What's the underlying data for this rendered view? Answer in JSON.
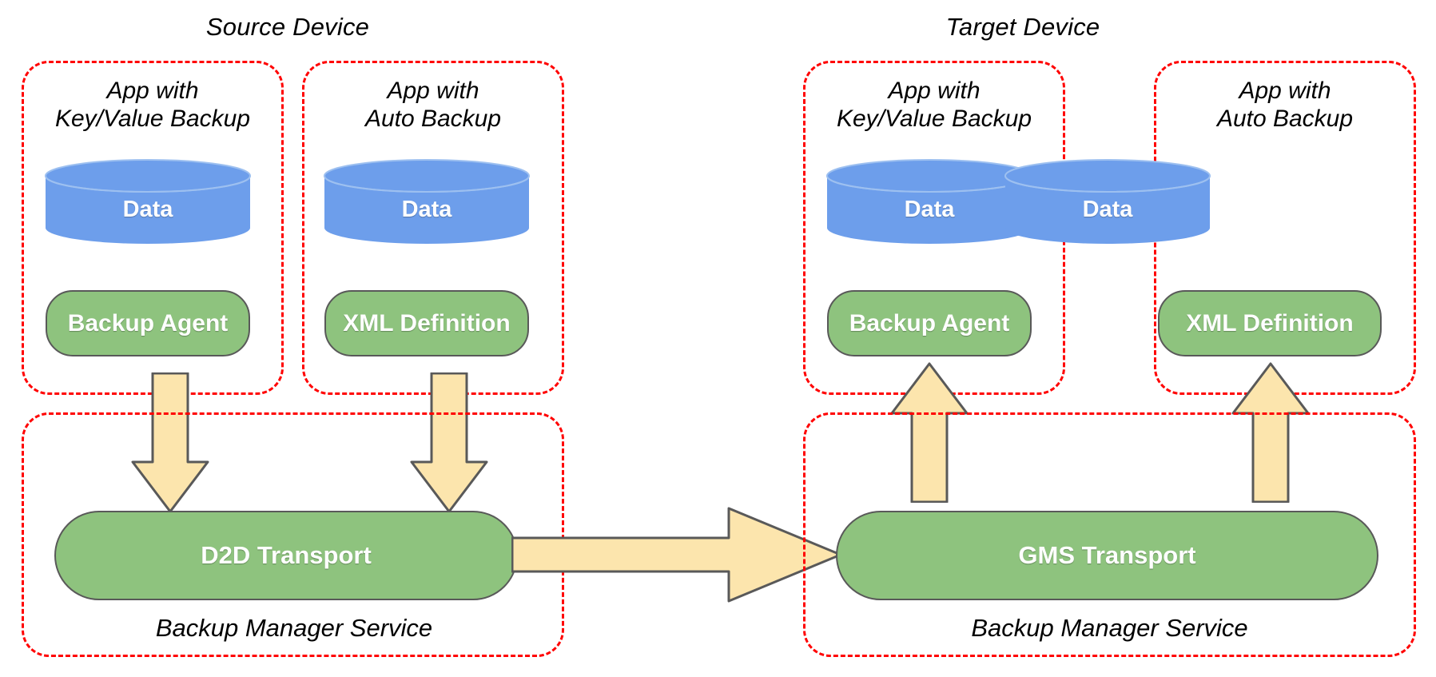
{
  "diagram": {
    "title_left": "Source Device",
    "title_right": "Target Device",
    "colors": {
      "dashed_border": "#ff0000",
      "cylinder_fill": "#6d9eeb",
      "pill_fill": "#8ec37e",
      "pill_stroke": "#595959",
      "arrow_fill": "#fce5ad",
      "arrow_stroke": "#595959",
      "text_dark": "#000000",
      "text_light": "#ffffff"
    }
  },
  "source": {
    "label": "Source Device",
    "apps": [
      {
        "caption": "App with\nKey/Value Backup",
        "data_label": "Data",
        "component_label": "Backup Agent",
        "arrow_direction": "down"
      },
      {
        "caption": "App with\nAuto Backup",
        "data_label": "Data",
        "component_label": "XML Definition",
        "arrow_direction": "down"
      }
    ],
    "service": {
      "transport_label": "D2D Transport",
      "caption": "Backup Manager Service"
    }
  },
  "target": {
    "label": "Target Device",
    "apps": [
      {
        "caption": "App with\nKey/Value Backup",
        "data_label": "Data",
        "component_label": "Backup Agent",
        "arrow_direction": "up"
      },
      {
        "caption": "App with\nAuto Backup",
        "data_label": "Data",
        "component_label": "XML Definition",
        "arrow_direction": "up"
      }
    ],
    "service": {
      "transport_label": "GMS Transport",
      "caption": "Backup Manager Service"
    }
  },
  "transfer_arrow": {
    "from": "D2D Transport",
    "to": "GMS Transport",
    "direction": "right"
  }
}
